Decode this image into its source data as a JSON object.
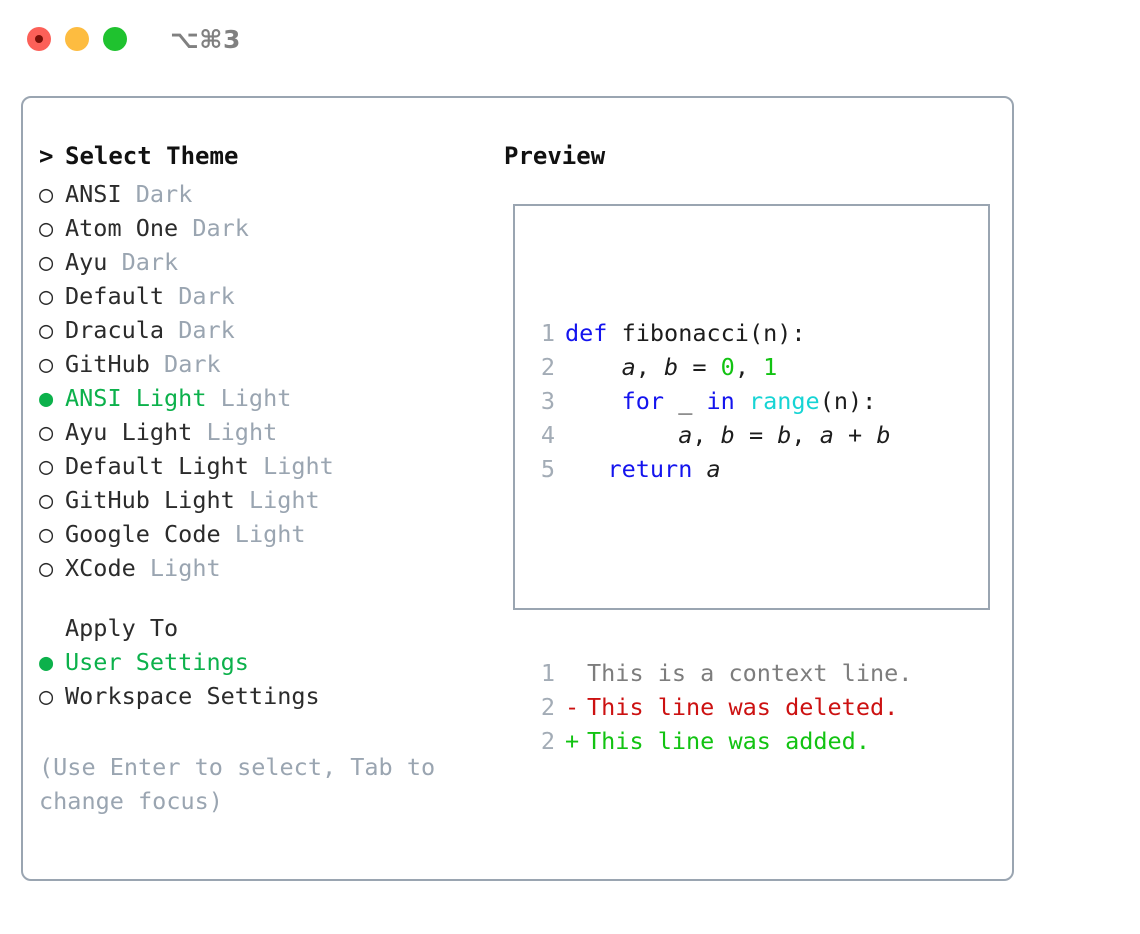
{
  "window": {
    "shortcut_label": "⌥⌘3",
    "traffic_lights": [
      "close",
      "minimize",
      "maximize"
    ]
  },
  "theme_picker": {
    "heading": "Select Theme",
    "heading_marker": ">",
    "items": [
      {
        "marker": "○",
        "name": "ANSI",
        "kind": "Dark",
        "selected": false
      },
      {
        "marker": "○",
        "name": "Atom One",
        "kind": "Dark",
        "selected": false
      },
      {
        "marker": "○",
        "name": "Ayu",
        "kind": "Dark",
        "selected": false
      },
      {
        "marker": "○",
        "name": "Default",
        "kind": "Dark",
        "selected": false
      },
      {
        "marker": "○",
        "name": "Dracula",
        "kind": "Dark",
        "selected": false
      },
      {
        "marker": "○",
        "name": "GitHub",
        "kind": "Dark",
        "selected": false
      },
      {
        "marker": "●",
        "name": "ANSI Light",
        "kind": "Light",
        "selected": true
      },
      {
        "marker": "○",
        "name": "Ayu Light",
        "kind": "Light",
        "selected": false
      },
      {
        "marker": "○",
        "name": "Default Light",
        "kind": "Light",
        "selected": false
      },
      {
        "marker": "○",
        "name": "GitHub Light",
        "kind": "Light",
        "selected": false
      },
      {
        "marker": "○",
        "name": "Google Code",
        "kind": "Light",
        "selected": false
      },
      {
        "marker": "○",
        "name": "XCode",
        "kind": "Light",
        "selected": false
      }
    ]
  },
  "apply_to": {
    "heading": "Apply To",
    "options": [
      {
        "marker": "●",
        "label": "User Settings",
        "selected": true
      },
      {
        "marker": "○",
        "label": "Workspace Settings",
        "selected": false
      }
    ]
  },
  "hint": "(Use Enter to select, Tab to change focus)",
  "preview": {
    "heading": "Preview",
    "code_lines": [
      {
        "num": "1",
        "tokens": [
          {
            "t": "def",
            "c": "kw"
          },
          {
            "t": " ",
            "c": "plain"
          },
          {
            "t": "fibonacci",
            "c": "fn"
          },
          {
            "t": "(n):",
            "c": "plain"
          }
        ]
      },
      {
        "num": "2",
        "tokens": [
          {
            "t": "    ",
            "c": "plain"
          },
          {
            "t": "a",
            "c": "var"
          },
          {
            "t": ", ",
            "c": "plain"
          },
          {
            "t": "b",
            "c": "var"
          },
          {
            "t": " = ",
            "c": "op"
          },
          {
            "t": "0",
            "c": "num"
          },
          {
            "t": ", ",
            "c": "plain"
          },
          {
            "t": "1",
            "c": "num"
          }
        ]
      },
      {
        "num": "3",
        "tokens": [
          {
            "t": "    ",
            "c": "plain"
          },
          {
            "t": "for",
            "c": "kw"
          },
          {
            "t": " _ ",
            "c": "plain"
          },
          {
            "t": "in",
            "c": "kw"
          },
          {
            "t": " ",
            "c": "plain"
          },
          {
            "t": "range",
            "c": "builtin"
          },
          {
            "t": "(n):",
            "c": "plain"
          }
        ]
      },
      {
        "num": "4",
        "tokens": [
          {
            "t": "        ",
            "c": "plain"
          },
          {
            "t": "a",
            "c": "var"
          },
          {
            "t": ", ",
            "c": "plain"
          },
          {
            "t": "b",
            "c": "var"
          },
          {
            "t": " = ",
            "c": "op"
          },
          {
            "t": "b",
            "c": "var"
          },
          {
            "t": ", ",
            "c": "plain"
          },
          {
            "t": "a",
            "c": "var"
          },
          {
            "t": " + ",
            "c": "op"
          },
          {
            "t": "b",
            "c": "var"
          }
        ]
      },
      {
        "num": "5",
        "tokens": [
          {
            "t": "   ",
            "c": "plain"
          },
          {
            "t": "return",
            "c": "kw"
          },
          {
            "t": " ",
            "c": "plain"
          },
          {
            "t": "a",
            "c": "var"
          }
        ]
      }
    ],
    "diff_lines": [
      {
        "num": "1",
        "sign": " ",
        "text": "This is a context line.",
        "kind": "ctx"
      },
      {
        "num": "2",
        "sign": "-",
        "text": "This line was deleted.",
        "kind": "del"
      },
      {
        "num": "2",
        "sign": "+",
        "text": "This line was added.",
        "kind": "add"
      }
    ]
  },
  "colors": {
    "accent_green": "#0CB14B",
    "border_gray": "#9AA5B1",
    "muted_gray": "#9AA5B1",
    "keyword_blue": "#1414EE",
    "builtin_cyan": "#16D4D4",
    "number_green": "#12C312",
    "diff_delete_red": "#CC1111",
    "diff_add_green": "#12C312",
    "traffic_close": "#FC6058",
    "traffic_minimize": "#FDBC40",
    "traffic_maximize": "#1FC22F"
  }
}
